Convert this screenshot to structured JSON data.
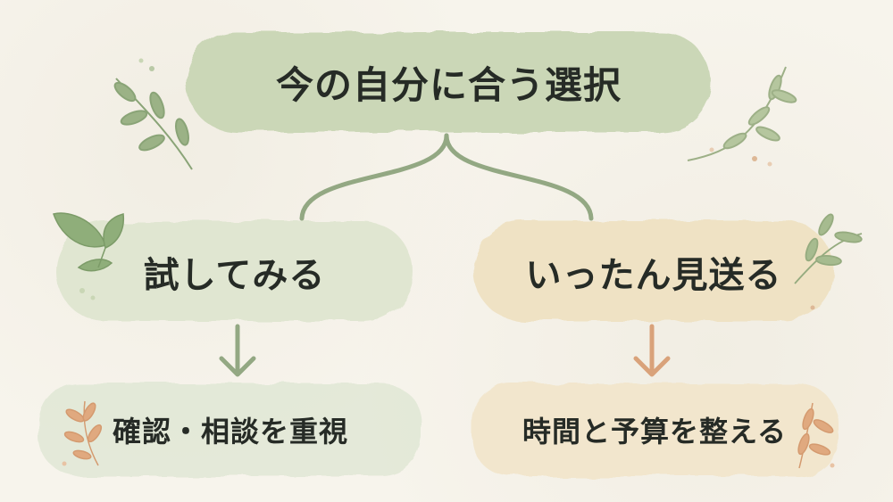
{
  "diagram": {
    "root": {
      "label": "今の自分に合う選択"
    },
    "branches": [
      {
        "label": "試してみる",
        "detail": "確認・相談を重視"
      },
      {
        "label": "いったん見送る",
        "detail": "時間と予算を整える"
      }
    ]
  },
  "colors": {
    "background": "#f7f4ec",
    "sage_green": "#c9d6b5",
    "pale_green": "#e2e8d6",
    "beige": "#efe2c3",
    "pale_beige": "#f2e6cc",
    "connector": "#93a883",
    "leaf_green": "#9bb286",
    "leaf_orange": "#d9a27a",
    "text": "#262b26"
  }
}
